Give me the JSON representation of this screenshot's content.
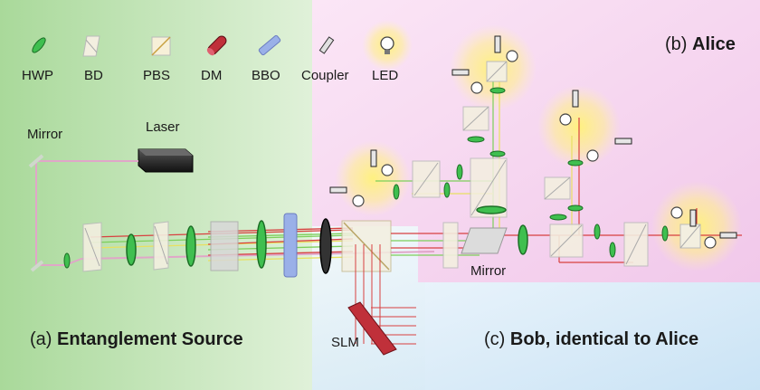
{
  "legend": {
    "hwp": "HWP",
    "bd": "BD",
    "pbs": "PBS",
    "dm": "DM",
    "bbo": "BBO",
    "coupler": "Coupler",
    "led": "LED"
  },
  "components": {
    "mirror_left": "Mirror",
    "laser": "Laser",
    "mirror_center": "Mirror",
    "slm": "SLM"
  },
  "regions": {
    "source_prefix": "(a)",
    "source_title": "Entanglement Source",
    "alice_prefix": "(b)",
    "alice_title": "Alice",
    "bob_prefix": "(c)",
    "bob_title": "Bob, identical to Alice"
  },
  "colors": {
    "source_bg": "#bfe2b0",
    "alice_bg": "#f4d2ee",
    "bob_bg": "#cfe6f4",
    "beam_red": "#d84040",
    "beam_pink": "#e0a6c8",
    "beam_green": "#7ccf5a",
    "beam_yellow": "#e8e060",
    "hwp_green": "#3fbf4f",
    "dm_red": "#c0303a",
    "bbo_blue": "#9ab0e8",
    "led_glow": "#fff07a"
  }
}
